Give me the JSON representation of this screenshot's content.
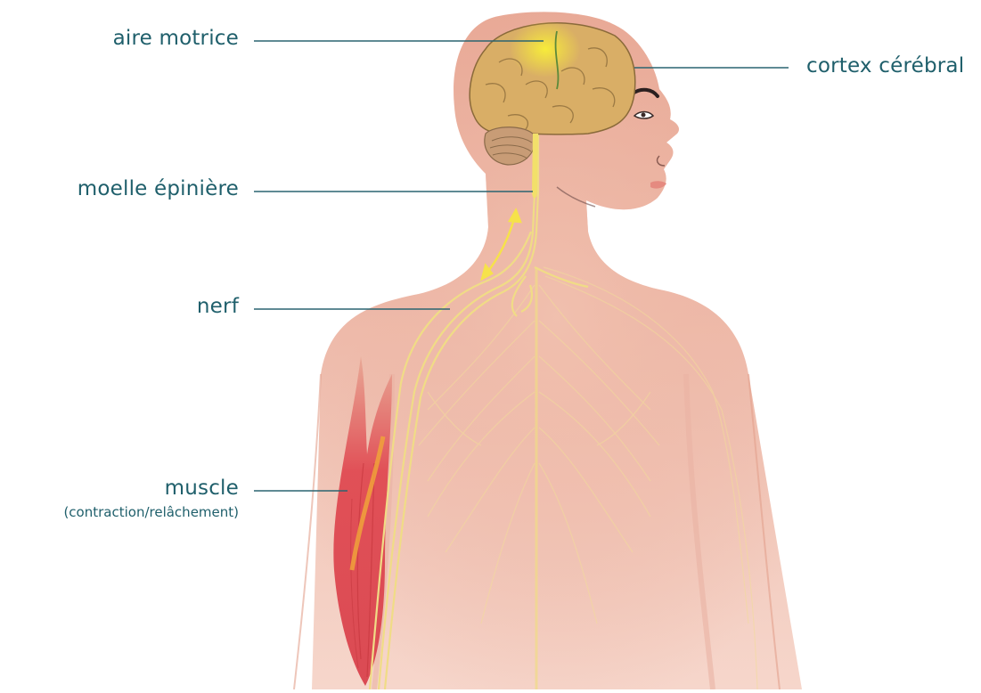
{
  "labels": {
    "aire_motrice": "aire motrice",
    "cortex": "cortex cérébral",
    "moelle": "moelle épinière",
    "nerf": "nerf",
    "muscle": "muscle",
    "muscle_sub": "(contraction/relâchement)"
  },
  "colors": {
    "label_text": "#1f5f6b",
    "leader_line": "#2a6470",
    "skin": "#e9a995",
    "brain": "#d9ae66",
    "motor_area": "#f2e23f",
    "nerve": "#f0dc86",
    "muscle": "#e0404a",
    "arrow": "#f6e24a"
  }
}
